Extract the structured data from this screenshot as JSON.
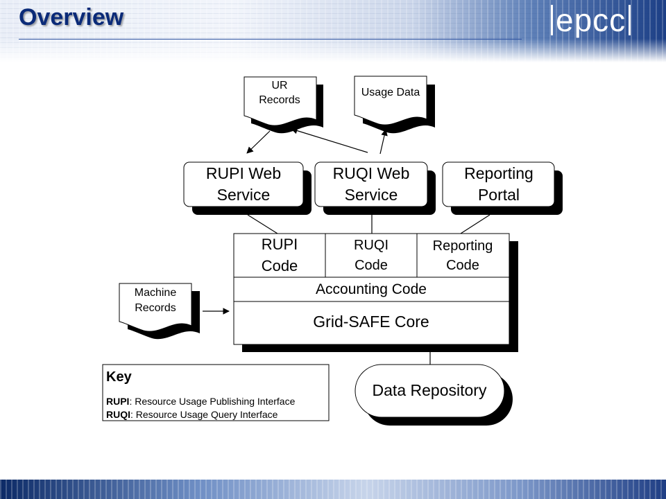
{
  "slide": {
    "title": "Overview",
    "logo_text": "epcc"
  },
  "diagram": {
    "documents": {
      "ur_records": [
        "UR",
        "Records"
      ],
      "usage_data": [
        "Usage Data"
      ],
      "machine_records": [
        "Machine",
        "Records"
      ]
    },
    "services": {
      "rupi_web_service": [
        "RUPI Web",
        "Service"
      ],
      "ruqi_web_service": [
        "RUQI Web",
        "Service"
      ],
      "reporting_portal": [
        "Reporting",
        "Portal"
      ]
    },
    "core": {
      "rupi_code": [
        "RUPI",
        "Code"
      ],
      "ruqi_code": [
        "RUQI",
        "Code"
      ],
      "reporting_code": [
        "Reporting",
        "Code"
      ],
      "accounting_code": "Accounting Code",
      "gridsafe_core": "Grid-SAFE Core"
    },
    "repository": "Data Repository",
    "key": {
      "title": "Key",
      "entries": [
        {
          "abbr": "RUPI",
          "text": ": Resource Usage Publishing Interface"
        },
        {
          "abbr": "RUQI",
          "text": ": Resource Usage Query Interface"
        }
      ]
    }
  },
  "colors": {
    "title": "#0a2a78",
    "shadow": "#000000",
    "box_fill": "#ffffff",
    "stroke": "#000000"
  }
}
